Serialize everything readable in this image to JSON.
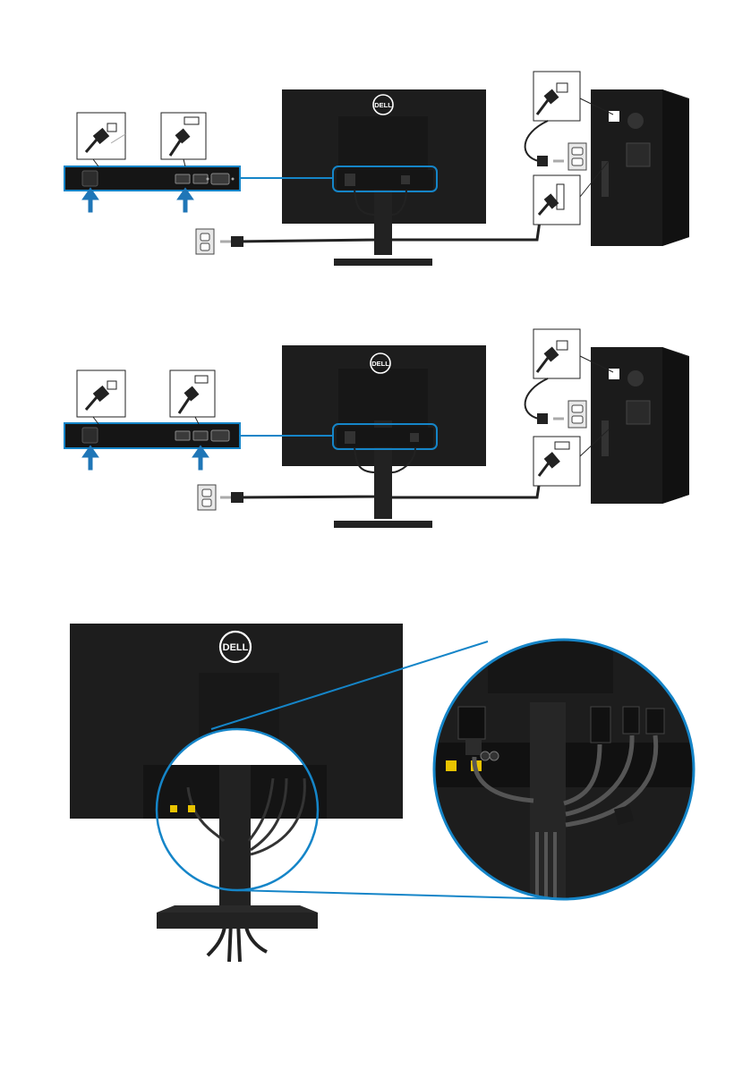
{
  "document": {
    "brand_logo_text": "DELL"
  },
  "colors": {
    "callout_blue": "#1585c8",
    "monitor_black": "#1d1d1d",
    "panel_black": "#151515",
    "cable_black": "#202020",
    "outlet_gray": "#e8e8e8",
    "arrow_blue": "#1f76b7",
    "page_background": "#ffffff"
  },
  "diagrams": [
    {
      "id": "connection-power-displayport",
      "monitor_ports": [
        "power-in",
        "displayport",
        "hdmi",
        "vga"
      ],
      "highlighted_ports": [
        "power-in",
        "displayport"
      ],
      "cables": [
        "power-cable",
        "displayport-cable"
      ],
      "icons": [
        "monitor-back-icon",
        "wall-outlet-icon",
        "computer-tower-icon"
      ]
    },
    {
      "id": "connection-power-hdmi",
      "monitor_ports": [
        "power-in",
        "displayport",
        "hdmi",
        "vga"
      ],
      "highlighted_ports": [
        "power-in",
        "hdmi"
      ],
      "cables": [
        "power-cable",
        "hdmi-cable"
      ],
      "icons": [
        "monitor-back-icon",
        "wall-outlet-icon",
        "computer-tower-icon"
      ]
    },
    {
      "id": "cable-management",
      "description_icons": [
        "monitor-back-icon",
        "stand-cable-routing-icon",
        "zoom-callout-icon"
      ]
    }
  ]
}
